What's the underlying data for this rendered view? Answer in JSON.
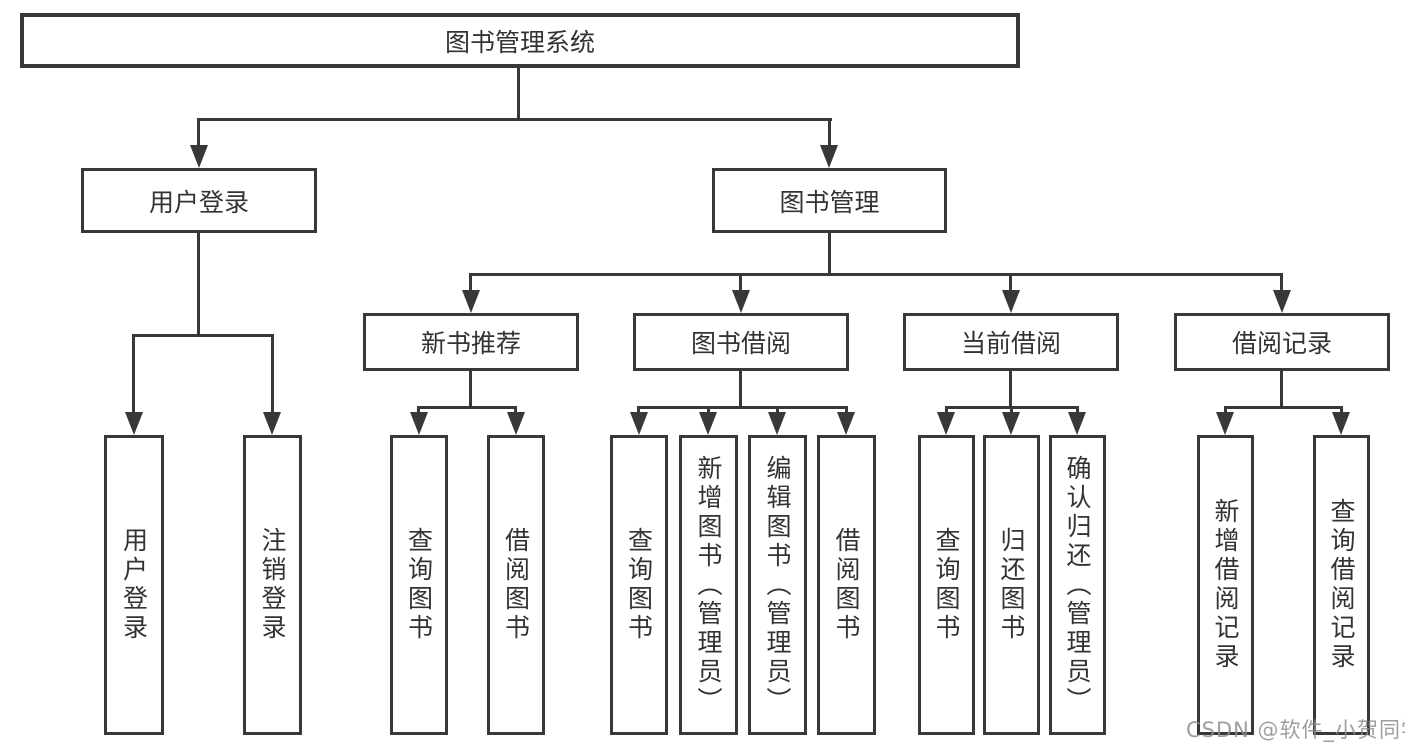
{
  "diagram": {
    "root": {
      "label": "图书管理系统"
    },
    "level2": [
      {
        "label": "用户登录"
      },
      {
        "label": "图书管理"
      }
    ],
    "level3": [
      {
        "label": "新书推荐"
      },
      {
        "label": "图书借阅"
      },
      {
        "label": "当前借阅"
      },
      {
        "label": "借阅记录"
      }
    ],
    "leaves": {
      "user_login": [
        "用户登录",
        "注销登录"
      ],
      "new_book": [
        "查询图书",
        "借阅图书"
      ],
      "book_borrow": [
        "查询图书",
        "新增图书（管理员）",
        "编辑图书（管理员）",
        "借阅图书"
      ],
      "current_borrow": [
        "查询图书",
        "归还图书",
        "确认归还（管理员）"
      ],
      "borrow_record": [
        "新增借阅记录",
        "查询借阅记录"
      ]
    }
  },
  "watermark": {
    "text": "CSDN @软件_小贺同学"
  },
  "colors": {
    "line": "#383838",
    "text": "#333333",
    "background": "#ffffff",
    "watermark": "#8e8e8e"
  }
}
